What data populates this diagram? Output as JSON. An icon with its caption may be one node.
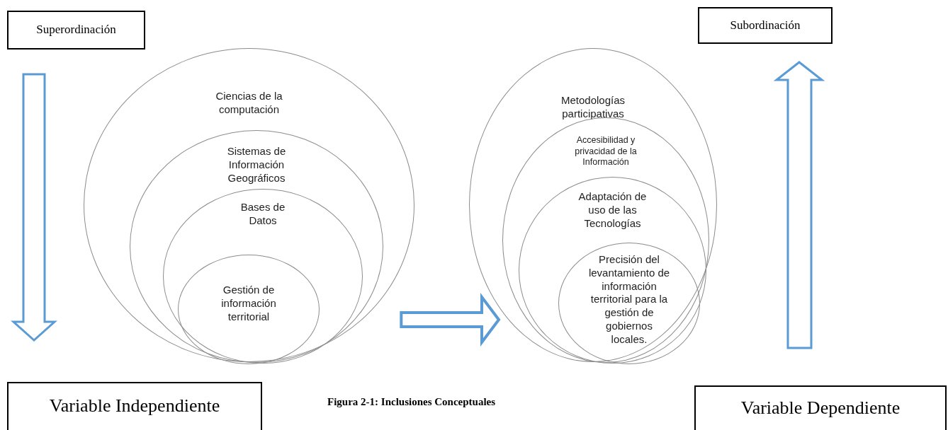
{
  "diagram": {
    "caption": "Figura 2-1: Inclusiones Conceptuales",
    "nodes": [
      {
        "text": [
          "Superordinación"
        ]
      },
      {
        "text": [
          "Ciencias de la computación"
        ]
      },
      {
        "text": [
          "Sistemas de Información Geográficos"
        ],
        "in": 1
      },
      {
        "text": [
          "Bases de Datos"
        ],
        "in": 2
      },
      {
        "text": [
          "Gestión de información territorial"
        ],
        "in": 3
      },
      {
        "text": [
          "Metodologías participativas"
        ]
      },
      {
        "text": [
          "Accesibilidad y privacidad de la Información"
        ],
        "in": 5
      },
      {
        "text": [
          "Adaptación de uso de las Tecnologías"
        ],
        "in": 6
      },
      {
        "text": [
          "Precisión del levantamiento de información territorial para la gestión de gobiernos locales."
        ],
        "in": 7
      },
      {
        "text": [
          "Subordinación"
        ]
      },
      {
        "text": [
          "Variable Independiente"
        ]
      },
      {
        "text": [
          "Variable Dependiente"
        ]
      }
    ],
    "edges": [
      {
        "from": 1,
        "to": 5,
        "arrow": "to"
      }
    ]
  }
}
